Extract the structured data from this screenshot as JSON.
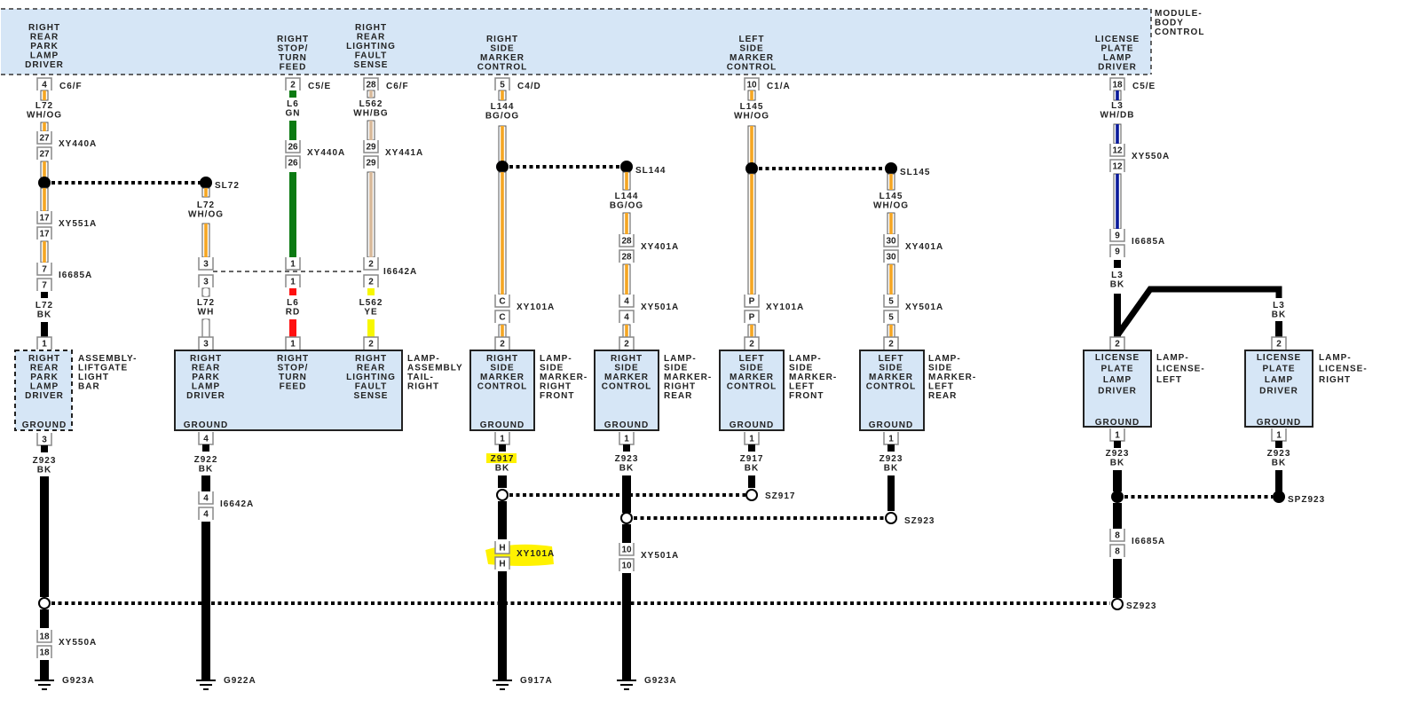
{
  "colors": {
    "module_fill": "#d6e6f6",
    "wire_orange": "#f5a623",
    "wire_green": "#0b7a12",
    "wire_red": "#ff1010",
    "wire_yellow": "#f7f700",
    "wire_beige": "#d8b99a",
    "wire_blue": "#0a1a9a",
    "wire_black": "#000000",
    "highlight": "#fff200"
  },
  "module": {
    "name": "MODULE-\nBODY\nCONTROL",
    "pins": [
      {
        "label": "RIGHT\nREAR\nPARK\nLAMP\nDRIVER",
        "pin": "4",
        "connector": "C6/F"
      },
      {
        "label": "RIGHT\nSTOP/\nTURN\nFEED",
        "pin": "2",
        "connector": "C5/E"
      },
      {
        "label": "RIGHT\nREAR\nLIGHTING\nFAULT\nSENSE",
        "pin": "28",
        "connector": "C6/F"
      },
      {
        "label": "RIGHT\nSIDE\nMARKER\nCONTROL",
        "pin": "5",
        "connector": "C4/D"
      },
      {
        "label": "LEFT\nSIDE\nMARKER\nCONTROL",
        "pin": "10",
        "connector": "C1/A"
      },
      {
        "label": "LICENSE\nPLATE\nLAMP\nDRIVER",
        "pin": "18",
        "connector": "C5/E"
      }
    ]
  },
  "wires": {
    "l72_whog": "L72\nWH/OG",
    "l72_bk": "L72\nBK",
    "l72_wh": "L72\nWH",
    "l6_gn": "L6\nGN",
    "l6_rd": "L6\nRD",
    "l562_whbg": "L562\nWH/BG",
    "l562_ye": "L562\nYE",
    "l144_bgog": "L144\nBG/OG",
    "l145_whog": "L145\nWH/OG",
    "l3_whdb": "L3\nWH/DB",
    "l3_bk": "L3\nBK",
    "z923_bk": "Z923\nBK",
    "z922_bk": "Z922\nBK",
    "z917_bk": "Z917\nBK"
  },
  "connectors": {
    "xy440a": "XY440A",
    "xy441a": "XY441A",
    "xy551a": "XY551A",
    "i6685a": "I6685A",
    "i6642a": "I6642A",
    "xy101a": "XY101A",
    "xy401a": "XY401A",
    "xy501a": "XY501A",
    "xy550a": "XY550A"
  },
  "splices": {
    "sl72": "SL72",
    "sl144": "SL144",
    "sl145": "SL145",
    "sz917": "SZ917",
    "sz923": "SZ923",
    "spz923": "SPZ923"
  },
  "grounds": [
    "G923A",
    "G922A",
    "G917A",
    "G923A"
  ],
  "components": [
    {
      "name": "ASSEMBLY-\nLIFTGATE\nLIGHT\nBAR",
      "body": [
        "RIGHT\nREAR\nPARK\nLAMP\nDRIVER"
      ],
      "ground": "GROUND",
      "in_pin": "1",
      "gnd_pin": "3"
    },
    {
      "name": "LAMP-\nASSEMBLY\nTAIL-\nRIGHT",
      "body": [
        "RIGHT\nREAR\nPARK\nLAMP\nDRIVER",
        "RIGHT\nSTOP/\nTURN\nFEED",
        "RIGHT\nREAR\nLIGHTING\nFAULT\nSENSE"
      ],
      "ground": "GROUND",
      "in_pins": [
        "3",
        "1",
        "2"
      ],
      "gnd_pin": "4"
    },
    {
      "name": "LAMP-\nSIDE\nMARKER-\nRIGHT\nFRONT",
      "body": [
        "RIGHT\nSIDE\nMARKER\nCONTROL"
      ],
      "ground": "GROUND",
      "in_pin": "2",
      "gnd_pin": "1"
    },
    {
      "name": "LAMP-\nSIDE\nMARKER-\nRIGHT\nREAR",
      "body": [
        "RIGHT\nSIDE\nMARKER\nCONTROL"
      ],
      "ground": "GROUND",
      "in_pin": "2",
      "gnd_pin": "1"
    },
    {
      "name": "LAMP-\nSIDE\nMARKER-\nLEFT\nFRONT",
      "body": [
        "LEFT\nSIDE\nMARKER\nCONTROL"
      ],
      "ground": "GROUND",
      "in_pin": "2",
      "gnd_pin": "1"
    },
    {
      "name": "LAMP-\nSIDE\nMARKER-\nLEFT\nREAR",
      "body": [
        "LEFT\nSIDE\nMARKER\nCONTROL"
      ],
      "ground": "GROUND",
      "in_pin": "2",
      "gnd_pin": "1"
    },
    {
      "name": "LAMP-\nLICENSE-\nLEFT",
      "body": [
        "LICENSE\nPLATE\nLAMP\nDRIVER"
      ],
      "ground": "GROUND",
      "in_pin": "2",
      "gnd_pin": "1"
    },
    {
      "name": "LAMP-\nLICENSE-\nRIGHT",
      "body": [
        "LICENSE\nPLATE\nLAMP\nDRIVER"
      ],
      "ground": "GROUND",
      "in_pin": "2",
      "gnd_pin": "1"
    }
  ],
  "pins": {
    "p27": "27",
    "p17": "17",
    "p7": "7",
    "p1": "1",
    "p3": "3",
    "p26": "26",
    "p29": "29",
    "p2": "2",
    "p4": "4",
    "pC": "C",
    "pP": "P",
    "p28": "28",
    "p30": "30",
    "p5": "5",
    "p12": "12",
    "p9": "9",
    "p8": "8",
    "p18": "18",
    "pH": "H",
    "p10": "10"
  }
}
